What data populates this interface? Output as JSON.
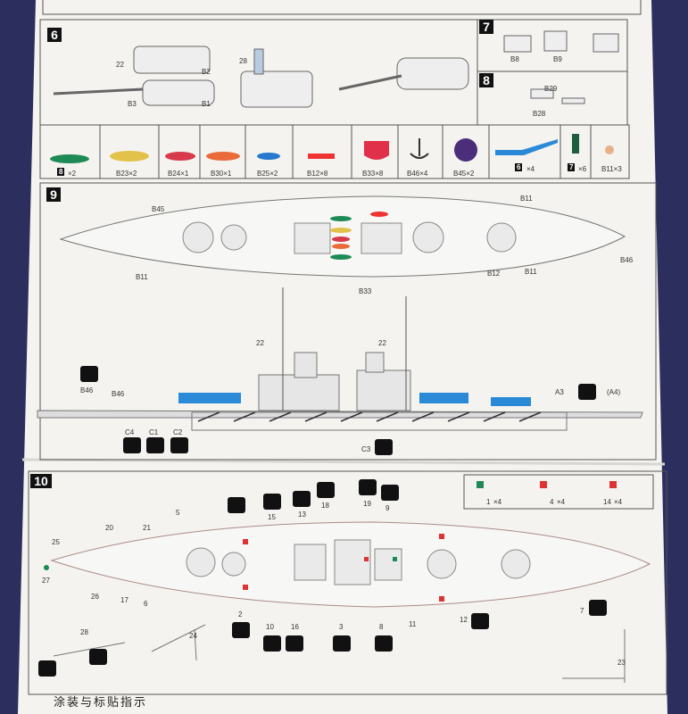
{
  "steps": {
    "s6": "6",
    "s7": "7",
    "s8": "8",
    "s9": "9",
    "s10": "10"
  },
  "step6": {
    "b22": "22",
    "b2": "B2",
    "b3": "B3",
    "b1": "B1",
    "b28": "28"
  },
  "step7": {
    "b8": "B8",
    "b9": "B9"
  },
  "step8": {
    "b29": "B29",
    "b28": "B28"
  },
  "parts_row": {
    "p1_num": "8",
    "p1_qty": "×2",
    "p2": "B23×2",
    "p3": "B24×1",
    "p4": "B30×1",
    "p5": "B25×2",
    "p6": "B12×8",
    "p7": "B33×8",
    "p8": "B46×4",
    "p9": "B45×2",
    "p10_num": "6",
    "p10_qty": "×4",
    "p11_num": "7",
    "p11_qty": "×6",
    "p12": "B11×3"
  },
  "step9": {
    "b45": "B45",
    "b11a": "B11",
    "b11b": "B11",
    "b11c": "B11",
    "b12": "B12",
    "b33": "B33",
    "b46": "B46",
    "b46a": "B46",
    "b46b": "B46",
    "n22a": "22",
    "n22b": "22",
    "a3": "A3",
    "a4": "(A4)",
    "c4": "C4",
    "c1": "C1",
    "c2": "C2",
    "c3": "C3"
  },
  "step10": {
    "legend": {
      "l1": "1",
      "l1q": "×4",
      "l4": "4",
      "l4q": "×4",
      "l14": "14",
      "l14q": "×4"
    },
    "callouts": [
      "5",
      "15",
      "13",
      "18",
      "19",
      "9",
      "20",
      "21",
      "25",
      "27",
      "26",
      "17",
      "6",
      "2",
      "10",
      "16",
      "3",
      "8",
      "11",
      "12",
      "7",
      "28",
      "24",
      "23"
    ]
  },
  "footer": {
    "title": "涂装与标贴指示"
  }
}
